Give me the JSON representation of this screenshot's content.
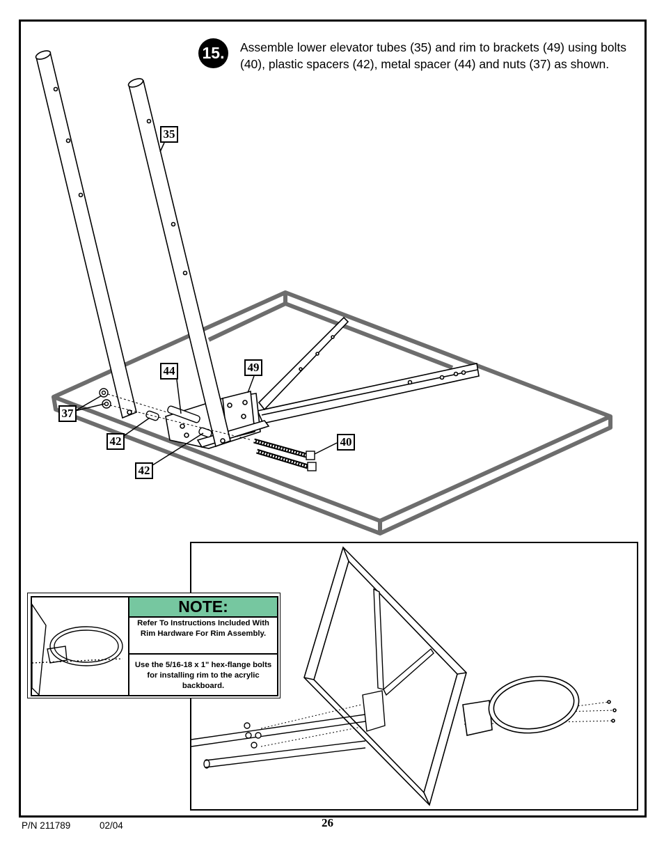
{
  "step": {
    "number": "15.",
    "instruction": "Assemble lower elevator tubes (35) and rim to brackets (49) using bolts (40), plastic spacers (42), metal spacer (44) and nuts (37) as shown."
  },
  "callouts": {
    "tube": "35",
    "metal_spacer": "44",
    "bracket": "49",
    "nuts": "37",
    "spacer_a": "42",
    "spacer_b": "42",
    "bolts": "40"
  },
  "note": {
    "title": "NOTE:",
    "paragraph1": "Refer To Instructions Included With Rim Hardware For Rim Assembly.",
    "paragraph2": "Use the 5/16-18 x 1\" hex-flange bolts for installing rim to the acrylic backboard."
  },
  "footer": {
    "part_number": "P/N 211789",
    "date": "02/04",
    "page_number": "26"
  }
}
